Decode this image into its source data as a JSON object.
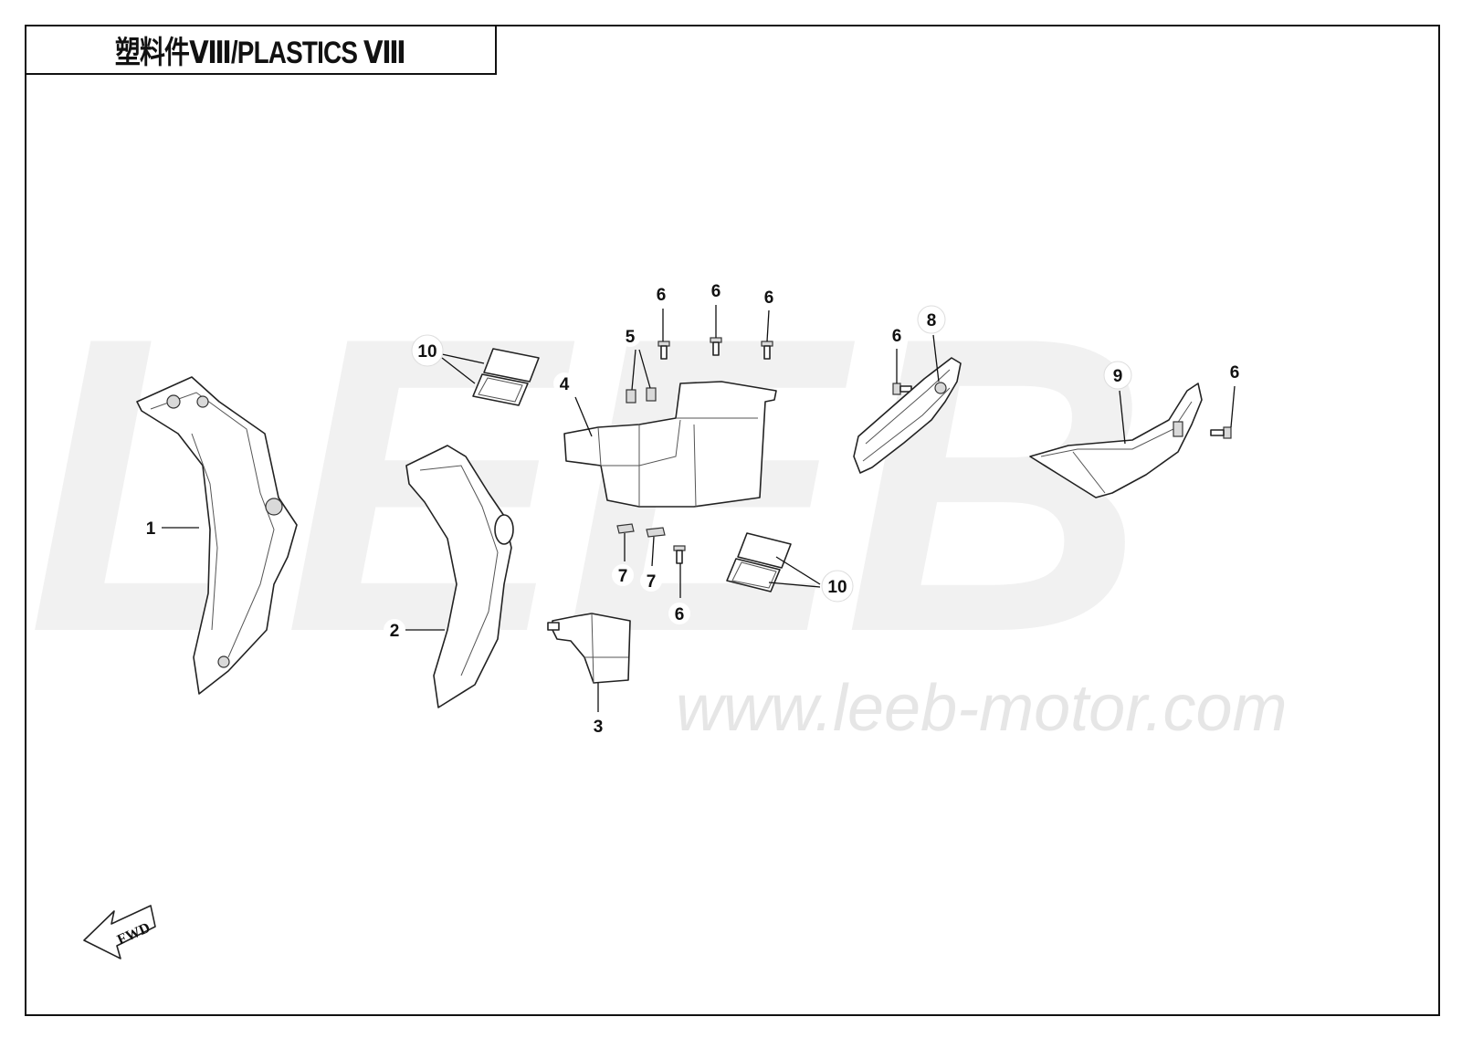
{
  "header": {
    "title": "塑料件Ⅷ/PLASTICS Ⅷ"
  },
  "watermark": {
    "logo": "LEEB",
    "url": "www.leeb-motor.com"
  },
  "fwd_label": "FWD",
  "callouts": [
    {
      "id": "c1",
      "label": "1"
    },
    {
      "id": "c2",
      "label": "2"
    },
    {
      "id": "c3",
      "label": "3"
    },
    {
      "id": "c4",
      "label": "4"
    },
    {
      "id": "c5",
      "label": "5"
    },
    {
      "id": "c6a",
      "label": "6"
    },
    {
      "id": "c6b",
      "label": "6"
    },
    {
      "id": "c6c",
      "label": "6"
    },
    {
      "id": "c6d",
      "label": "6"
    },
    {
      "id": "c6e",
      "label": "6"
    },
    {
      "id": "c6f",
      "label": "6"
    },
    {
      "id": "c7a",
      "label": "7"
    },
    {
      "id": "c7b",
      "label": "7"
    },
    {
      "id": "c8",
      "label": "8"
    },
    {
      "id": "c9",
      "label": "9"
    },
    {
      "id": "c10a",
      "label": "10"
    },
    {
      "id": "c10b",
      "label": "10"
    }
  ]
}
